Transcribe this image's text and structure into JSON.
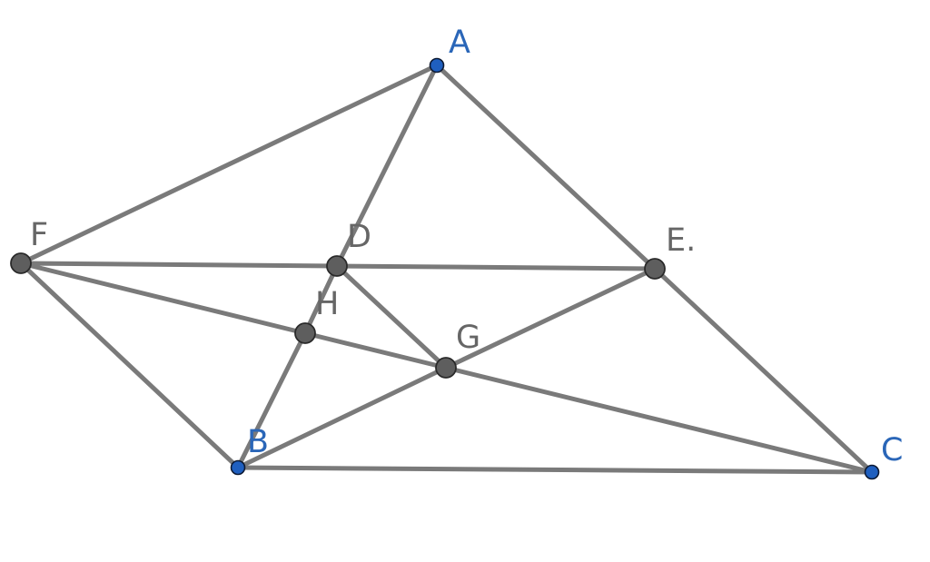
{
  "points": [
    {
      "id": "A",
      "label": "A",
      "kind": "free"
    },
    {
      "id": "B",
      "label": "B",
      "kind": "free"
    },
    {
      "id": "C",
      "label": "C",
      "kind": "free"
    },
    {
      "id": "D",
      "label": "D",
      "kind": "dependent"
    },
    {
      "id": "E",
      "label": "E.",
      "kind": "dependent"
    },
    {
      "id": "F",
      "label": "F",
      "kind": "dependent"
    },
    {
      "id": "G",
      "label": "G",
      "kind": "dependent"
    },
    {
      "id": "H",
      "label": "H",
      "kind": "dependent"
    }
  ],
  "segments": [
    [
      "A",
      "F"
    ],
    [
      "A",
      "D"
    ],
    [
      "A",
      "E"
    ],
    [
      "F",
      "D"
    ],
    [
      "D",
      "E"
    ],
    [
      "F",
      "H"
    ],
    [
      "F",
      "B"
    ],
    [
      "D",
      "H"
    ],
    [
      "D",
      "G"
    ],
    [
      "H",
      "G"
    ],
    [
      "H",
      "B"
    ],
    [
      "E",
      "G"
    ],
    [
      "E",
      "C"
    ],
    [
      "G",
      "B"
    ],
    [
      "G",
      "C"
    ],
    [
      "B",
      "C"
    ]
  ],
  "colors": {
    "segment": "#7a7a7a",
    "free_point": "#1f5fbf",
    "dependent_point": "#5e5e5e",
    "free_label": "#2a66b8",
    "dependent_label": "#666666"
  }
}
